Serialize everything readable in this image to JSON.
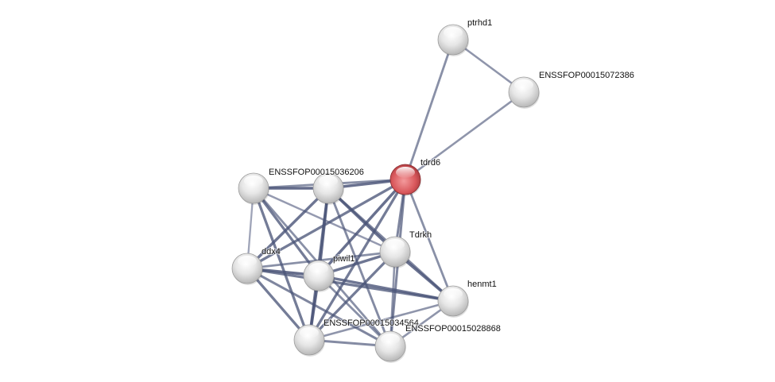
{
  "network": {
    "title": "Protein interaction network",
    "colors": {
      "query_node": "#d9585c",
      "other_node": "#d6d6d6",
      "edge": "#4a5478"
    },
    "nodes": [
      {
        "id": "tdrd6",
        "label": "tdrd6",
        "query": true
      },
      {
        "id": "ptrhd1",
        "label": "ptrhd1",
        "query": false
      },
      {
        "id": "ENSSFOP00015072386",
        "label": "ENSSFOP00015072386",
        "query": false
      },
      {
        "id": "n_left",
        "label": "",
        "query": false
      },
      {
        "id": "ENSSFOP00015036206",
        "label": "ENSSFOP00015036206",
        "query": false
      },
      {
        "id": "Tdrkh",
        "label": "Tdrkh",
        "query": false
      },
      {
        "id": "ddx4",
        "label": "ddx4",
        "query": false
      },
      {
        "id": "piwil1",
        "label": "piwil1",
        "query": false
      },
      {
        "id": "henmt1",
        "label": "henmt1",
        "query": false
      },
      {
        "id": "ENSSFOP00015034564",
        "label": "ENSSFOP00015034564",
        "query": false
      },
      {
        "id": "ENSSFOP00015028868",
        "label": "ENSSFOP00015028868",
        "query": false
      }
    ],
    "edges": [
      {
        "source": "tdrd6",
        "target": "ptrhd1",
        "strength": 0.5
      },
      {
        "source": "tdrd6",
        "target": "ENSSFOP00015072386",
        "strength": 0.45
      },
      {
        "source": "ptrhd1",
        "target": "ENSSFOP00015072386",
        "strength": 0.45
      },
      {
        "source": "tdrd6",
        "target": "ENSSFOP00015036206",
        "strength": 0.8
      },
      {
        "source": "tdrd6",
        "target": "n_left",
        "strength": 0.5
      },
      {
        "source": "tdrd6",
        "target": "Tdrkh",
        "strength": 0.6
      },
      {
        "source": "tdrd6",
        "target": "ddx4",
        "strength": 0.7
      },
      {
        "source": "tdrd6",
        "target": "piwil1",
        "strength": 0.8
      },
      {
        "source": "tdrd6",
        "target": "henmt1",
        "strength": 0.5
      },
      {
        "source": "tdrd6",
        "target": "ENSSFOP00015034564",
        "strength": 0.7
      },
      {
        "source": "tdrd6",
        "target": "ENSSFOP00015028868",
        "strength": 0.6
      },
      {
        "source": "n_left",
        "target": "ENSSFOP00015036206",
        "strength": 0.85
      },
      {
        "source": "n_left",
        "target": "ddx4",
        "strength": 0.3
      },
      {
        "source": "n_left",
        "target": "piwil1",
        "strength": 0.7
      },
      {
        "source": "n_left",
        "target": "Tdrkh",
        "strength": 0.4
      },
      {
        "source": "n_left",
        "target": "ENSSFOP00015034564",
        "strength": 0.7
      },
      {
        "source": "n_left",
        "target": "ENSSFOP00015028868",
        "strength": 0.5
      },
      {
        "source": "ENSSFOP00015036206",
        "target": "ddx4",
        "strength": 0.75
      },
      {
        "source": "ENSSFOP00015036206",
        "target": "piwil1",
        "strength": 0.85
      },
      {
        "source": "ENSSFOP00015036206",
        "target": "Tdrkh",
        "strength": 0.8
      },
      {
        "source": "ENSSFOP00015036206",
        "target": "henmt1",
        "strength": 0.6
      },
      {
        "source": "ENSSFOP00015036206",
        "target": "ENSSFOP00015034564",
        "strength": 0.7
      },
      {
        "source": "ENSSFOP00015036206",
        "target": "ENSSFOP00015028868",
        "strength": 0.55
      },
      {
        "source": "Tdrkh",
        "target": "ddx4",
        "strength": 0.5
      },
      {
        "source": "Tdrkh",
        "target": "piwil1",
        "strength": 0.75
      },
      {
        "source": "Tdrkh",
        "target": "henmt1",
        "strength": 0.8
      },
      {
        "source": "Tdrkh",
        "target": "ENSSFOP00015034564",
        "strength": 0.7
      },
      {
        "source": "Tdrkh",
        "target": "ENSSFOP00015028868",
        "strength": 0.45
      },
      {
        "source": "ddx4",
        "target": "piwil1",
        "strength": 0.85
      },
      {
        "source": "ddx4",
        "target": "henmt1",
        "strength": 0.7
      },
      {
        "source": "ddx4",
        "target": "ENSSFOP00015034564",
        "strength": 0.7
      },
      {
        "source": "ddx4",
        "target": "ENSSFOP00015028868",
        "strength": 0.6
      },
      {
        "source": "piwil1",
        "target": "henmt1",
        "strength": 0.75
      },
      {
        "source": "piwil1",
        "target": "ENSSFOP00015034564",
        "strength": 0.85
      },
      {
        "source": "piwil1",
        "target": "ENSSFOP00015028868",
        "strength": 0.5
      },
      {
        "source": "henmt1",
        "target": "ENSSFOP00015034564",
        "strength": 0.45
      },
      {
        "source": "henmt1",
        "target": "ENSSFOP00015028868",
        "strength": 0.45
      },
      {
        "source": "ENSSFOP00015034564",
        "target": "ENSSFOP00015028868",
        "strength": 0.55
      }
    ]
  }
}
